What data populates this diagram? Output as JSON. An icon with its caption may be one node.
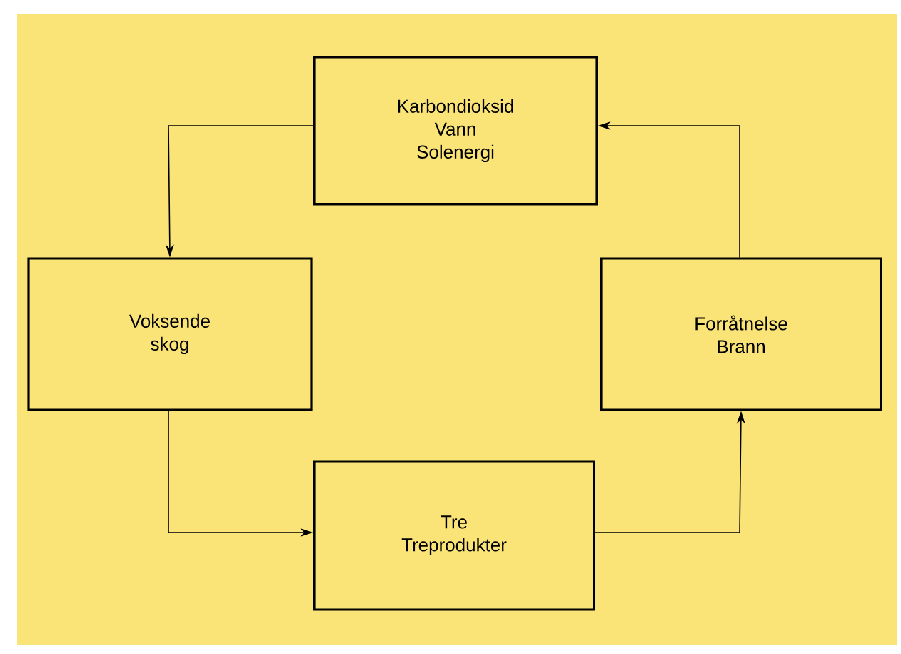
{
  "diagram": {
    "nodes": [
      {
        "text": [
          "Karbondioksid",
          "Vann",
          "Solenergi"
        ]
      },
      {
        "text": [
          "Voksende skog"
        ]
      },
      {
        "text": [
          "Tre Treprodukter"
        ]
      },
      {
        "text": [
          "Forråtnelse Brann"
        ]
      }
    ],
    "edges": [
      {
        "from": 0,
        "to": 1,
        "arrow": "to"
      },
      {
        "from": 1,
        "to": 2,
        "arrow": "to"
      },
      {
        "from": 2,
        "to": 3,
        "arrow": "to"
      },
      {
        "from": 3,
        "to": 0,
        "arrow": "to"
      }
    ]
  }
}
